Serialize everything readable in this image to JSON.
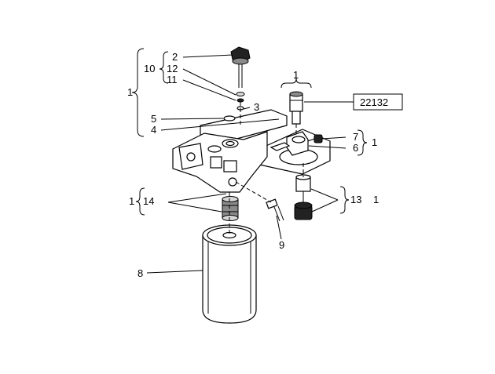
{
  "callouts": {
    "c1_top": "1",
    "c1_left": "1",
    "c1_right_mid": "1",
    "c1_right_low": "1",
    "c1_lower_left": "1",
    "c2": "2",
    "c3": "3",
    "c4": "4",
    "c5": "5",
    "c6": "6",
    "c7": "7",
    "c8": "8",
    "c9": "9",
    "c10": "10",
    "c11": "11",
    "c12": "12",
    "c13": "13",
    "c14": "14",
    "ref": "22132"
  }
}
